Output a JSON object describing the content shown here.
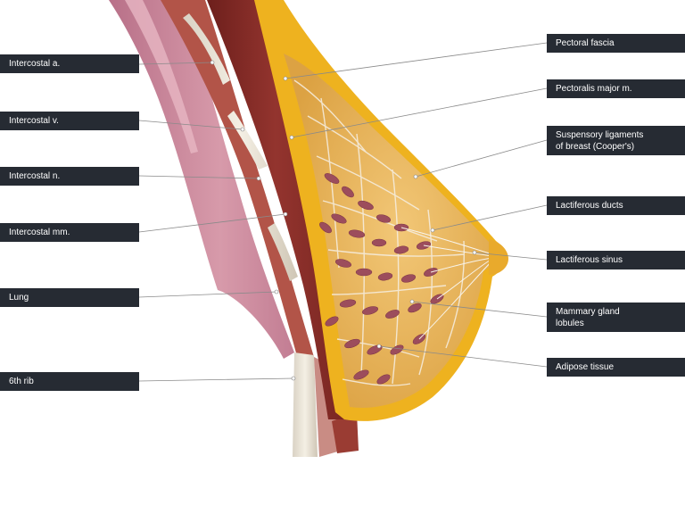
{
  "labels_left": [
    {
      "id": "intercostal-a",
      "text": "Intercostal a."
    },
    {
      "id": "intercostal-v",
      "text": "Intercostal v."
    },
    {
      "id": "intercostal-n",
      "text": "Intercostal n."
    },
    {
      "id": "intercostal-mm",
      "text": "Intercostal mm."
    },
    {
      "id": "lung",
      "text": "Lung"
    },
    {
      "id": "sixth-rib",
      "text": "6th rib"
    }
  ],
  "labels_right": [
    {
      "id": "pectoral-fascia",
      "text": "Pectoral fascia"
    },
    {
      "id": "pectoralis-major",
      "text": "Pectoralis major m."
    },
    {
      "id": "suspensory-ligaments",
      "line1": "Suspensory ligaments",
      "line2": "of breast (Cooper's)"
    },
    {
      "id": "lactiferous-ducts",
      "text": "Lactiferous ducts"
    },
    {
      "id": "lactiferous-sinus",
      "text": "Lactiferous sinus"
    },
    {
      "id": "mammary-gland-lobules",
      "line1": "Mammary gland",
      "line2": "lobules"
    },
    {
      "id": "adipose-tissue",
      "text": "Adipose tissue"
    }
  ],
  "colors": {
    "label_bg": "#262b33",
    "label_text": "#ffffff",
    "adipose": "#e8b04a",
    "fascia_yellow": "#f0b51c",
    "muscle": "#8c2e2a",
    "lung": "#c9869a",
    "lobule": "#9a4a5a"
  }
}
